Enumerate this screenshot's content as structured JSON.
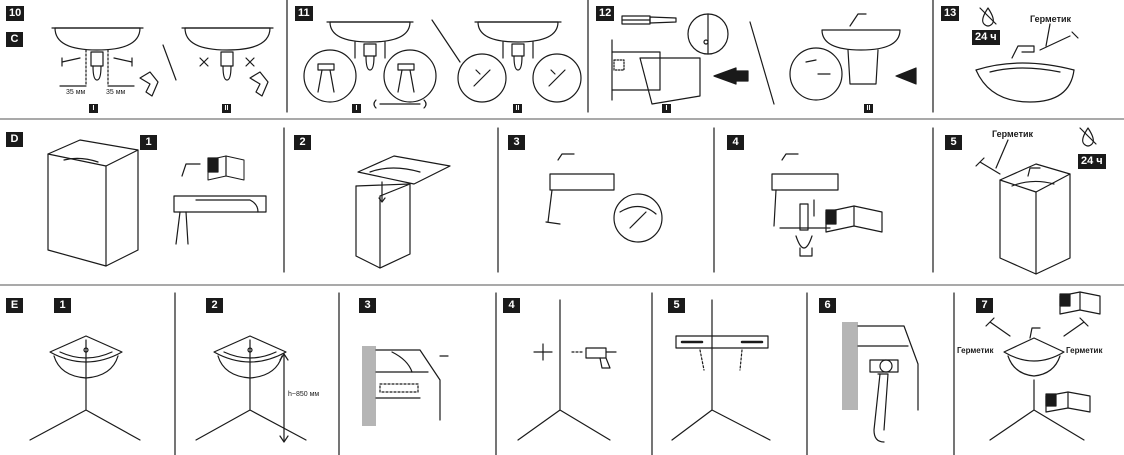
{
  "section_c": {
    "letter": "C",
    "step_10": "10",
    "step_11": "11",
    "step_12": "12",
    "step_13": "13",
    "dimension_left": "35 мм",
    "dimension_right": "35 мм",
    "variant_i": "I",
    "variant_ii": "II",
    "cure_time": "24 ч",
    "sealant": "Герметик"
  },
  "section_d": {
    "letter": "D",
    "step_1": "1",
    "step_2": "2",
    "step_3": "3",
    "step_4": "4",
    "step_5": "5",
    "sealant": "Герметик",
    "cure_time": "24 ч"
  },
  "section_e": {
    "letter": "E",
    "step_1": "1",
    "step_2": "2",
    "step_3": "3",
    "step_4": "4",
    "step_5": "5",
    "step_6": "6",
    "step_7": "7",
    "height_label": "h~850 мм",
    "sealant_left": "Герметик",
    "sealant_right": "Герметик"
  }
}
